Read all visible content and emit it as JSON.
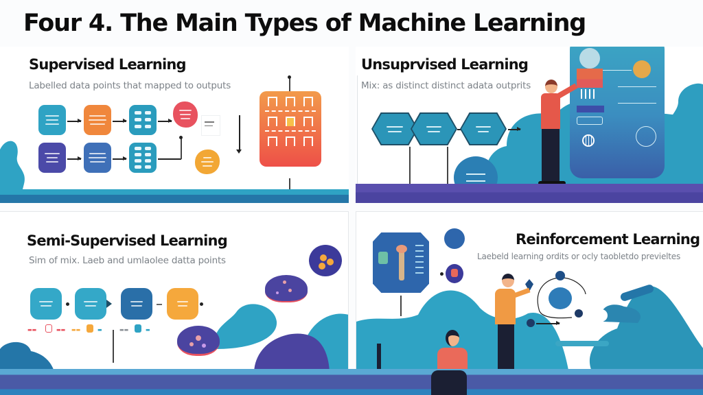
{
  "header": {
    "title": "Four 4. The Main Types of Machine Learning"
  },
  "panels": {
    "supervised": {
      "title": "Supervised Learning",
      "subtitle": "Labelled data points that mapped to outputs",
      "flow_rows": [
        {
          "boxes": [
            {
              "color": "#2fa3c4",
              "kind": "text"
            },
            {
              "color": "#f0873c",
              "kind": "text"
            },
            {
              "color": "#2a9cbd",
              "kind": "table"
            },
            {
              "color": "#e8525f",
              "kind": "blob"
            }
          ]
        },
        {
          "boxes": [
            {
              "color": "#4b4aa8",
              "kind": "text"
            },
            {
              "color": "#3f70b8",
              "kind": "text"
            },
            {
              "color": "#2a9cbd",
              "kind": "table"
            },
            {
              "color": "#f2a735",
              "kind": "blob"
            }
          ]
        }
      ],
      "output_grid": {
        "color_top": "#f29a4a",
        "color_bottom": "#ee5048",
        "rows": 3,
        "cols": 3
      }
    },
    "unsupervised": {
      "title": "Unsuprvised Learning",
      "subtitle": "Mix: as distinct distinct adata outprits",
      "clusters": 3,
      "dashboard_color": "#3ba6c4"
    },
    "semi_supervised": {
      "title": "Semi-Supervised Learning",
      "subtitle": "Sim of mix. Laeb and umlaolee datta points",
      "flow_boxes": [
        {
          "color": "#34a8c8"
        },
        {
          "color": "#34a8c8"
        },
        {
          "color": "#2a6fa8"
        },
        {
          "color": "#f5a83c"
        }
      ],
      "legend": [
        {
          "color": "#e8525f"
        },
        {
          "color": "#f5a83c"
        },
        {
          "color": "#2fa3c4"
        }
      ]
    },
    "reinforcement": {
      "title": "Reinforcement Learning",
      "subtitle": "Laebeld learning ordits or ocly taobletdo previeltes"
    }
  },
  "colors": {
    "teal": "#2fa3c4",
    "deep_blue": "#2c6ea8",
    "indigo": "#4b4aa8",
    "orange": "#f0873c",
    "coral": "#e8525f",
    "amber": "#f2a735",
    "purple_strip": "#5a4fae"
  }
}
